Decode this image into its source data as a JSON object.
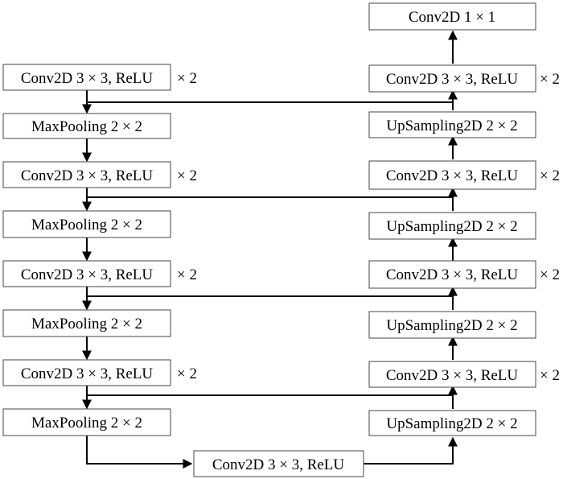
{
  "encoder": {
    "blocks": [
      {
        "conv": "Conv2D 3 × 3, ReLU",
        "repeat": "× 2",
        "pool": "MaxPooling 2 × 2"
      },
      {
        "conv": "Conv2D 3 × 3, ReLU",
        "repeat": "× 2",
        "pool": "MaxPooling 2 × 2"
      },
      {
        "conv": "Conv2D 3 × 3, ReLU",
        "repeat": "× 2",
        "pool": "MaxPooling 2 × 2"
      },
      {
        "conv": "Conv2D 3 × 3, ReLU",
        "repeat": "× 2",
        "pool": "MaxPooling 2 × 2"
      }
    ]
  },
  "bottleneck": {
    "label": "Conv2D 3 × 3, ReLU"
  },
  "decoder": {
    "output": "Conv2D 1 × 1",
    "blocks": [
      {
        "conv": "Conv2D 3 × 3, ReLU",
        "repeat": "× 2",
        "upsample": "UpSampling2D 2 × 2"
      },
      {
        "conv": "Conv2D 3 × 3, ReLU",
        "repeat": "× 2",
        "upsample": "UpSampling2D 2 × 2"
      },
      {
        "conv": "Conv2D 3 × 3, ReLU",
        "repeat": "× 2",
        "upsample": "UpSampling2D 2 × 2"
      },
      {
        "conv": "Conv2D 3 × 3, ReLU",
        "repeat": "× 2",
        "upsample": "UpSampling2D 2 × 2"
      }
    ]
  }
}
